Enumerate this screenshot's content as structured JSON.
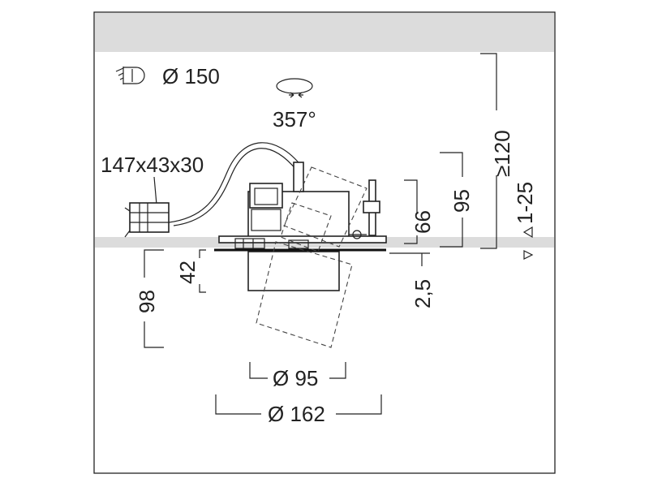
{
  "colors": {
    "frame": "#222222",
    "ceiling_band": "#dcdcdc",
    "background": "#ffffff"
  },
  "icons": {
    "cutout": "cutout-icon",
    "rotation": "rotation-icon",
    "adjust_arrows": "triangle-arrow-icon"
  },
  "labels": {
    "cutout_diameter": "Ø 150",
    "rotation_angle": "357°",
    "driver_size": "147x43x30",
    "height_above": "66",
    "height_total_above": "95",
    "ceiling_void": "≥120",
    "ceiling_thickness": "1-25",
    "depth_inner": "42",
    "depth_total": "98",
    "flange": "2,5",
    "diameter_inner": "Ø 95",
    "diameter_outer": "Ø 162"
  }
}
